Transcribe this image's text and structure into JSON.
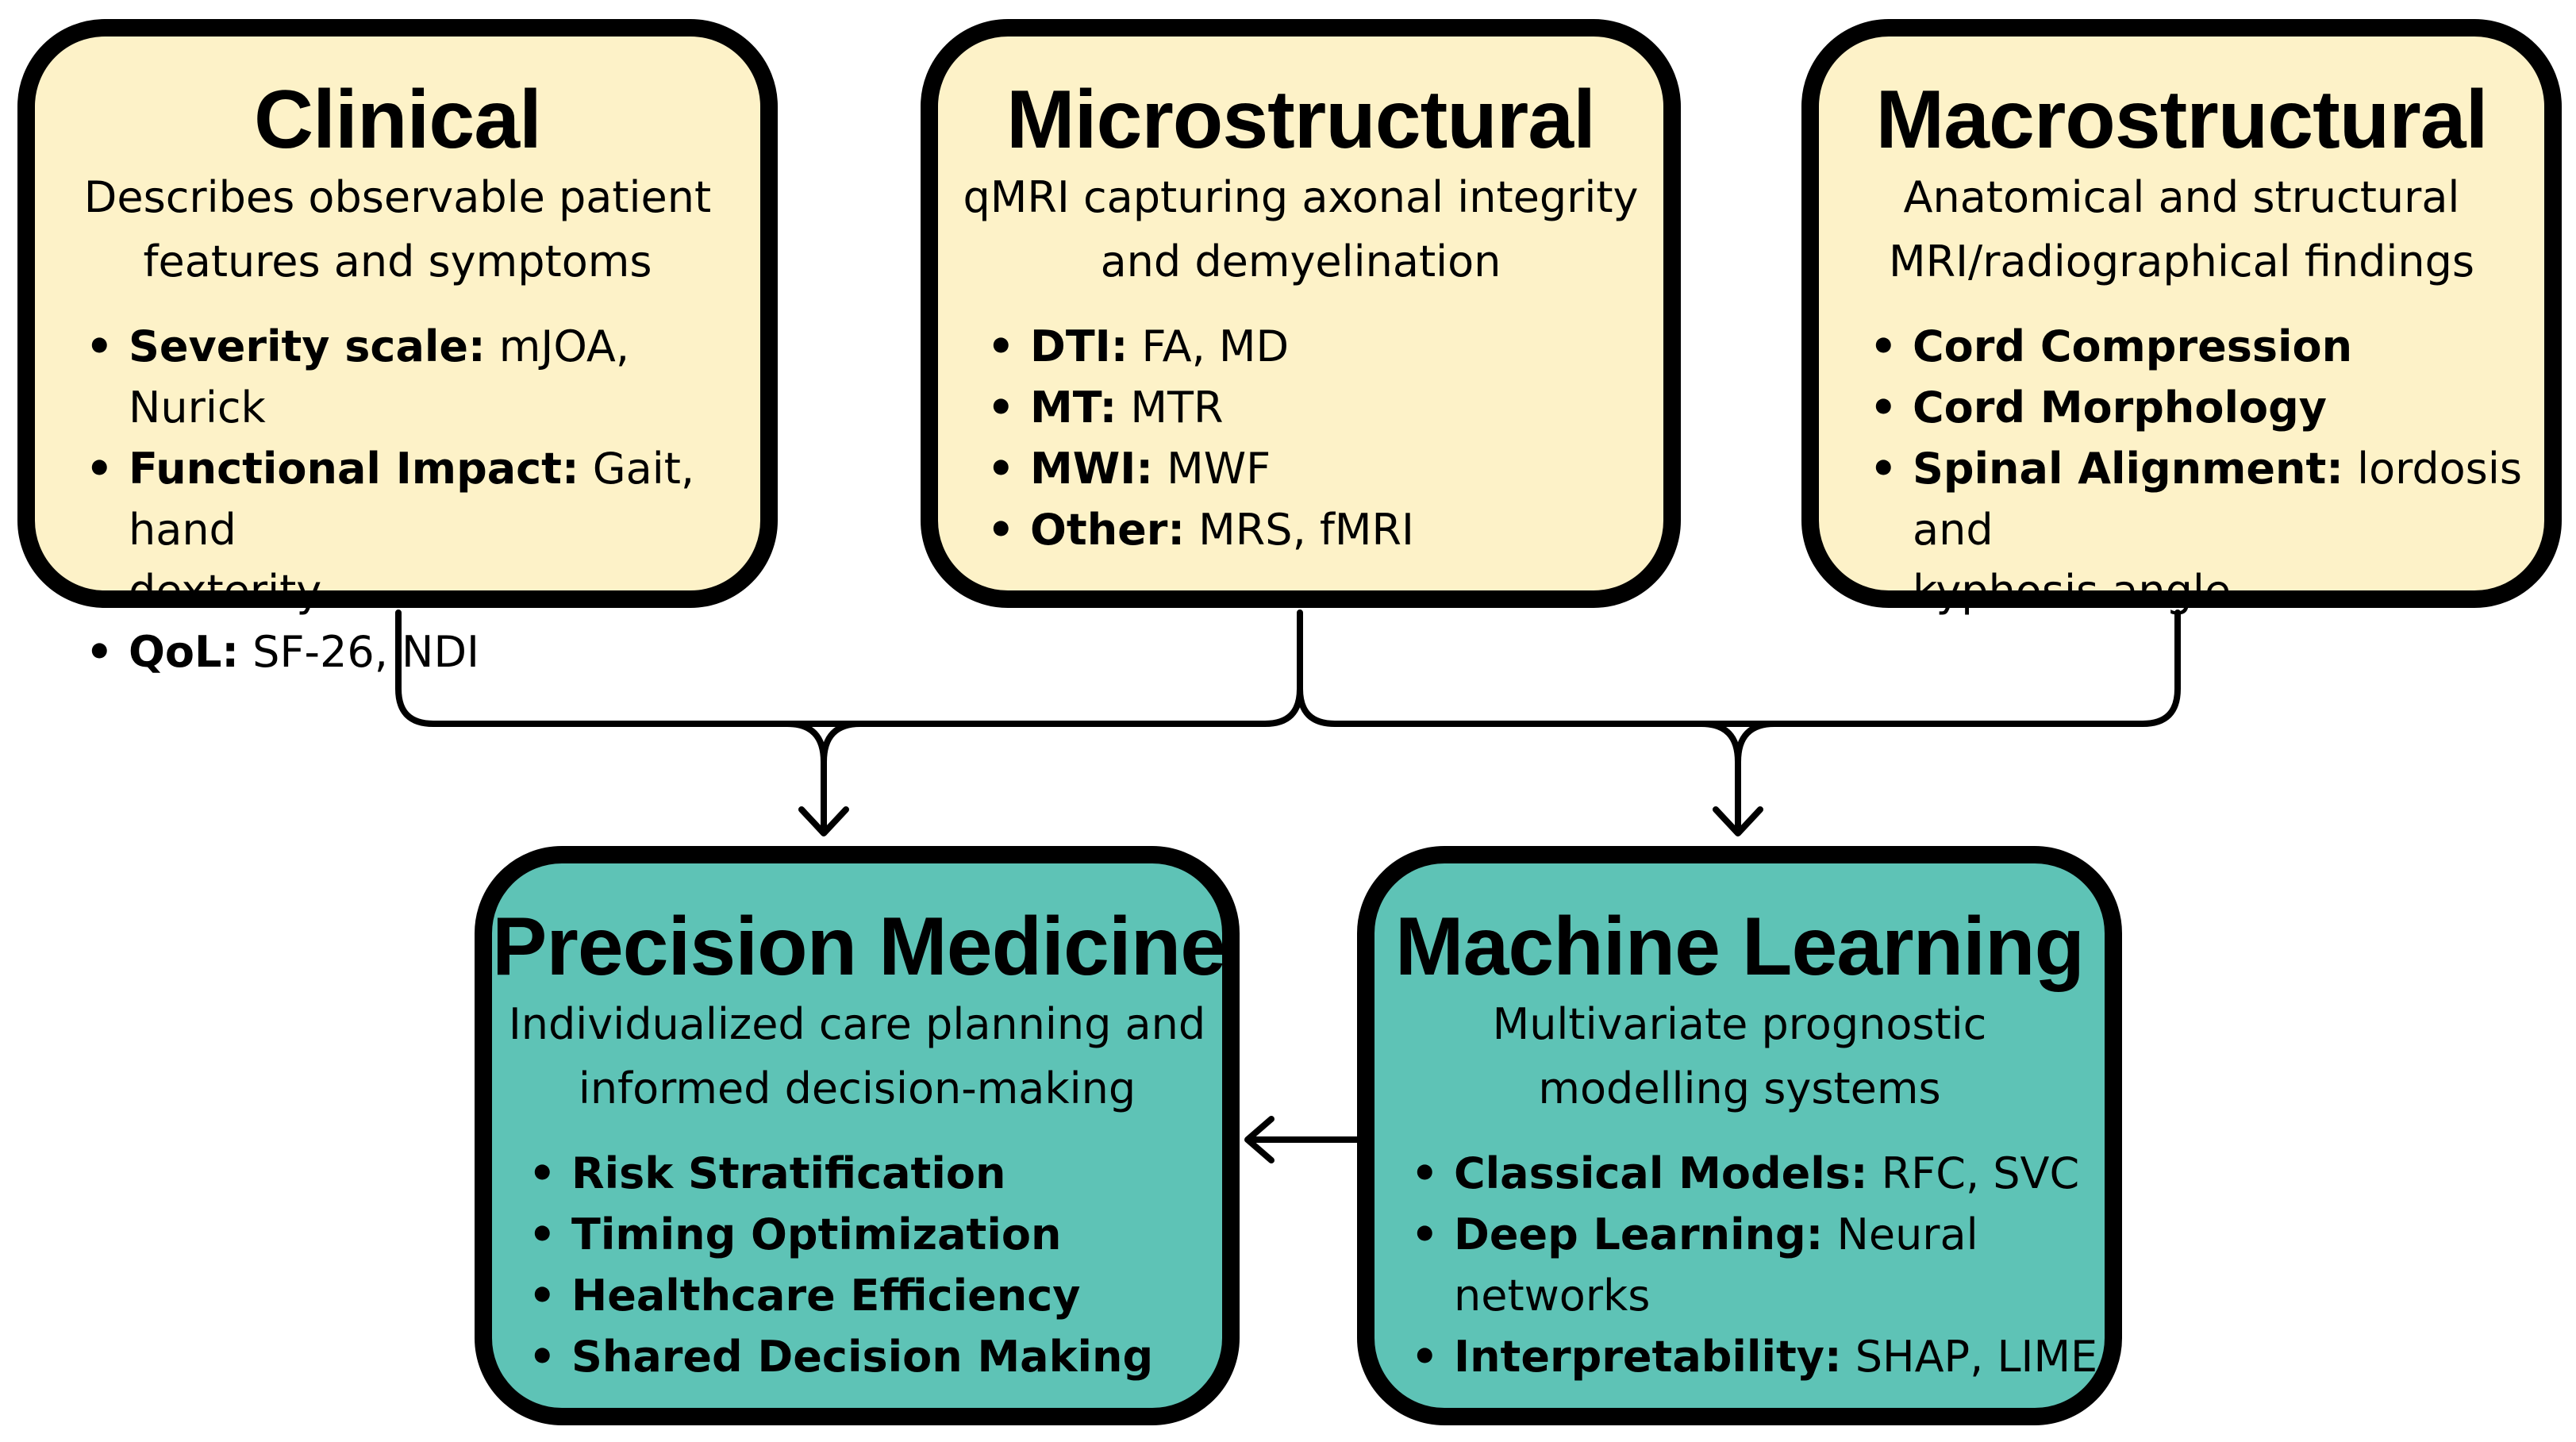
{
  "boxes": {
    "clinical": {
      "title": "Clinical",
      "subtitle": [
        "Describes observable patient",
        "features and symptoms"
      ],
      "items": [
        {
          "bold": "Severity scale:",
          "text": " mJOA, Nurick"
        },
        {
          "bold": "Functional Impact:",
          "text": " Gait, hand",
          "text2": "dexterity"
        },
        {
          "bold": "QoL:",
          "text": " SF-26, NDI"
        }
      ]
    },
    "microstructural": {
      "title": "Microstructural",
      "subtitle": [
        "qMRI capturing axonal integrity",
        "and demyelination"
      ],
      "items": [
        {
          "bold": "DTI:",
          "text": " FA, MD"
        },
        {
          "bold": "MT:",
          "text": " MTR"
        },
        {
          "bold": "MWI:",
          "text": " MWF"
        },
        {
          "bold": "Other:",
          "text": " MRS, fMRI"
        }
      ]
    },
    "macrostructural": {
      "title": "Macrostructural",
      "subtitle": [
        "Anatomical and structural",
        "MRI/radiographical findings"
      ],
      "items": [
        {
          "bold": "Cord Compression",
          "text": ""
        },
        {
          "bold": "Cord Morphology",
          "text": ""
        },
        {
          "bold": "Spinal Alignment:",
          "text": " lordosis and",
          "text2": "kyphosis angle"
        }
      ]
    },
    "precision_medicine": {
      "title": "Precision Medicine",
      "subtitle": [
        "Individualized care planning and",
        "informed decision-making"
      ],
      "items": [
        {
          "bold": "Risk Stratification",
          "text": ""
        },
        {
          "bold": "Timing Optimization",
          "text": ""
        },
        {
          "bold": "Healthcare Efficiency",
          "text": ""
        },
        {
          "bold": "Shared Decision Making",
          "text": ""
        }
      ]
    },
    "machine_learning": {
      "title": "Machine Learning",
      "subtitle": [
        "Multivariate prognostic",
        "modelling systems"
      ],
      "items": [
        {
          "bold": "Classical Models:",
          "text": " RFC, SVC"
        },
        {
          "bold": "Deep Learning:",
          "text": " Neural",
          "text2": "networks"
        },
        {
          "bold": "Interpretability:",
          "text": " SHAP, LIME"
        }
      ]
    }
  },
  "bullet_glyph": "•",
  "colors": {
    "top_fill": "#fdf2c8",
    "bottom_fill": "#5ec3b6",
    "border": "#000000",
    "connector": "#000000"
  }
}
